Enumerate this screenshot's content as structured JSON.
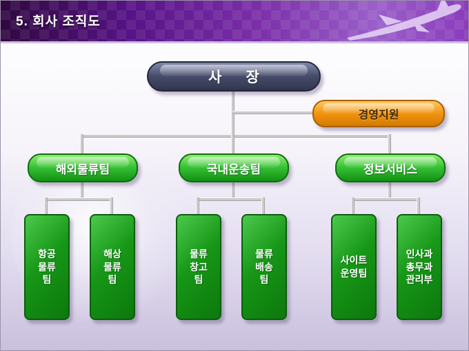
{
  "slide": {
    "title": "5. 회사 조직도"
  },
  "chart": {
    "ceo": "사      장",
    "support": "경영지원",
    "teams": [
      {
        "name": "해외물류팀",
        "children": [
          "항공\n물류\n팀",
          "해상\n물류\n팀"
        ]
      },
      {
        "name": "국내운송팀",
        "children": [
          "물류\n창고\n팀",
          "물류\n배송\n팀"
        ]
      },
      {
        "name": "정보서비스",
        "children": [
          "사이트\n운영팀",
          "인사과\n총무과\n관리부"
        ]
      }
    ]
  },
  "colors": {
    "header_purple": "#7b2fa8",
    "ceo_fill": "#474c6b",
    "support_fill": "#f0920e",
    "team_fill": "#35c135",
    "unit_fill": "#179717",
    "connector": "#cbcbcb",
    "background_bottom": "#c9c0dd"
  }
}
